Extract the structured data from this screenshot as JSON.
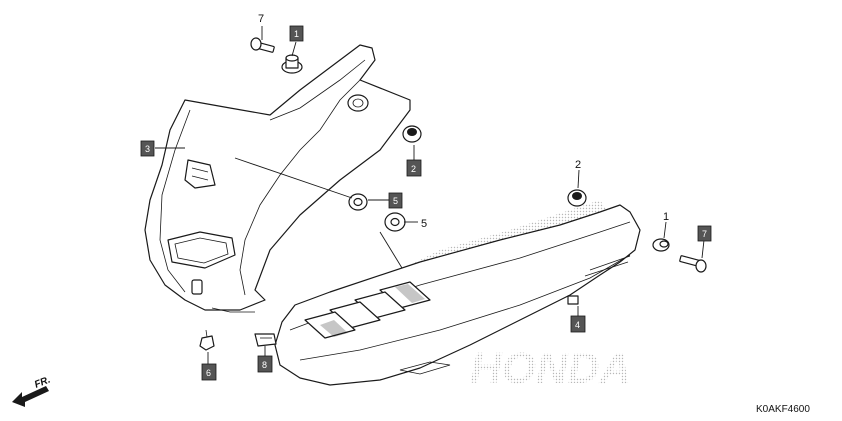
{
  "diagram": {
    "code": "K0AKF4600",
    "front_label": "FR.",
    "callouts": [
      {
        "id": "c7-top",
        "label": "7"
      },
      {
        "id": "c1-top",
        "label": "1"
      },
      {
        "id": "c3",
        "label": "3"
      },
      {
        "id": "c2-left",
        "label": "2"
      },
      {
        "id": "c5-left",
        "label": "5"
      },
      {
        "id": "c5-right",
        "label": "5"
      },
      {
        "id": "c2-right",
        "label": "2"
      },
      {
        "id": "c1-right",
        "label": "1"
      },
      {
        "id": "c7-right",
        "label": "7"
      },
      {
        "id": "c4",
        "label": "4"
      },
      {
        "id": "c6",
        "label": "6"
      },
      {
        "id": "c8",
        "label": "8"
      }
    ],
    "watermark": "HONDA"
  }
}
